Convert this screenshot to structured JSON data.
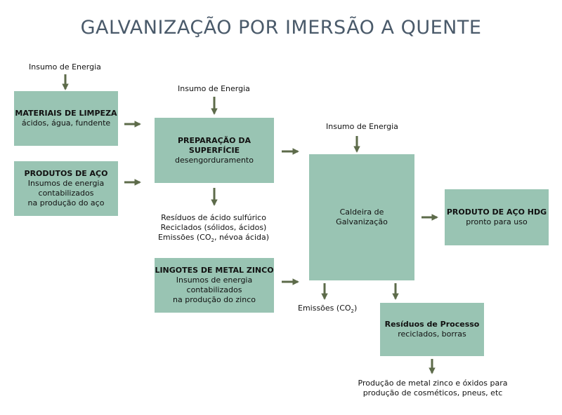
{
  "title": "GALVANIZAÇÃO POR IMERSÃO A QUENTE",
  "energy_label": "Insumo de Energia",
  "boxes": {
    "cleaning": {
      "heading": "MATERIAIS DE LIMPEZA",
      "detail": "ácidos, água, fundente"
    },
    "steel": {
      "heading": "PRODUTOS DE AÇO",
      "line2": "Insumos de energia",
      "line3": "contabilizados",
      "line4": "na produção do aço"
    },
    "surface_prep": {
      "line1": "PREPARAÇÃO DA",
      "line2": "SUPERFÍCIE",
      "line3": "desengorduramento"
    },
    "zinc_ingots": {
      "heading": "LINGOTES DE METAL ZINCO",
      "line2": "Insumos de energia",
      "line3": "contabilizados",
      "line4": "na produção do zinco"
    },
    "kettle": {
      "line1": "Caldeira de",
      "line2": "Galvanização"
    },
    "hdg_product": {
      "line1": "PRODUTO DE AÇO HDG",
      "line2": "pronto para uso"
    },
    "process_waste": {
      "line1": "Resíduos de Processo",
      "line2": "reciclados, borras"
    }
  },
  "waste_prep": {
    "line1": "Resíduos de ácido sulfúrico",
    "line2": "Reciclados (sólidos, ácidos)",
    "line3_prefix": "Emissões (CO",
    "line3_sub": "2",
    "line3_suffix": ", névoa ácida)"
  },
  "emissions_kettle": {
    "prefix": "Emissões (CO",
    "sub": "2",
    "suffix": ")"
  },
  "recycle_output": {
    "line1": "Produção de metal zinco e óxidos para",
    "line2": "produção de cosméticos, pneus, etc"
  },
  "colors": {
    "box_fill": "#99c4b3",
    "arrow": "#5d6b4a",
    "title": "#4a5a6a"
  }
}
